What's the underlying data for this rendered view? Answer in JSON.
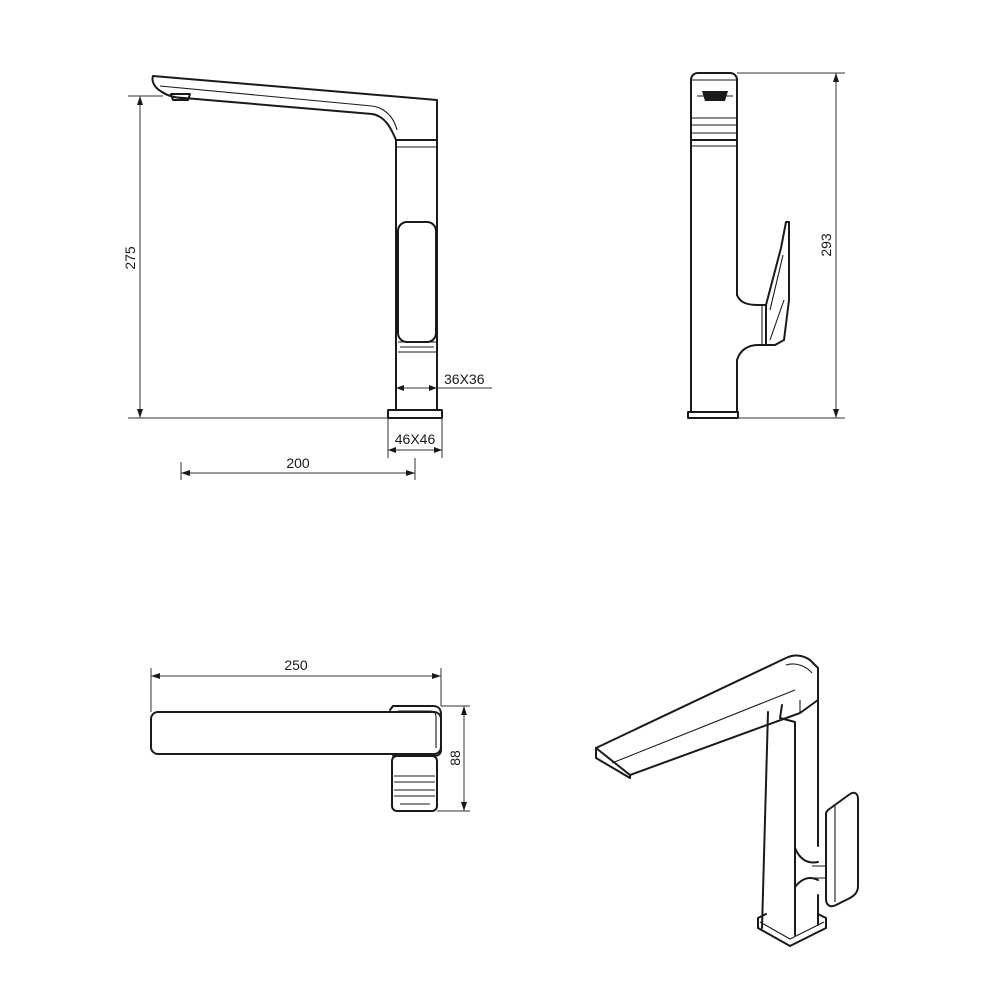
{
  "views": {
    "front": {
      "height_label": "275",
      "reach_label": "200",
      "neck_label": "36X36",
      "base_label": "46X46"
    },
    "side": {
      "height_label": "293"
    },
    "top": {
      "length_label": "250",
      "depth_label": "88"
    }
  },
  "colors": {
    "line": "#1a1a1a",
    "background": "#ffffff"
  }
}
